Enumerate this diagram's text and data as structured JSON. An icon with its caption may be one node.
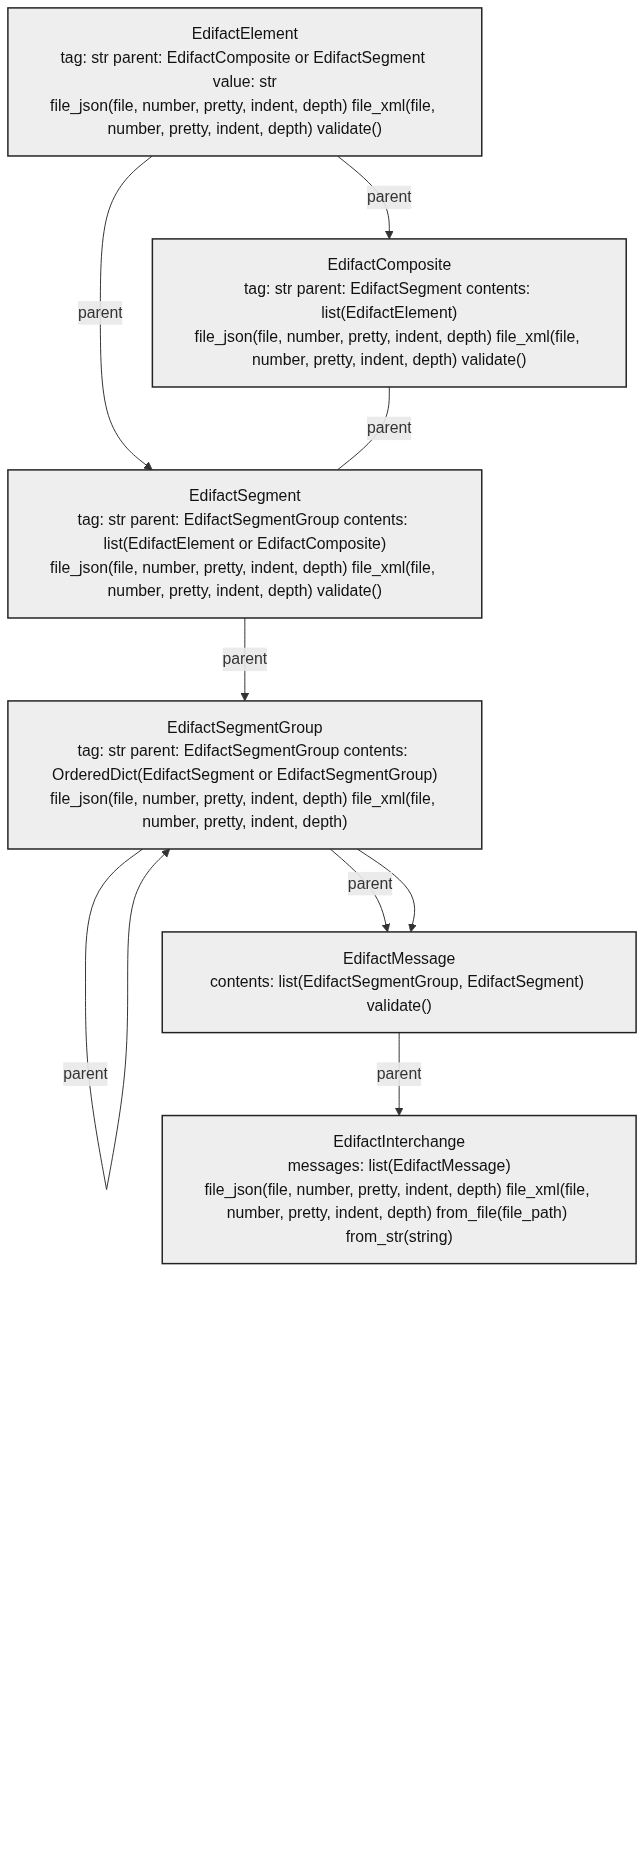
{
  "diagram": {
    "nodes": [
      {
        "text": [
          "EdifactElement",
          "tag: str parent: EdifactComposite or EdifactSegment value: str",
          "file_json(file, number, pretty, indent, depth) file_xml(file, number, pretty, indent, depth) validate()"
        ]
      },
      {
        "text": [
          "EdifactComposite",
          "tag: str parent: EdifactSegment contents: list(EdifactElement)",
          "file_json(file, number, pretty, indent, depth) file_xml(file, number, pretty, indent, depth) validate()"
        ]
      },
      {
        "text": [
          "EdifactSegment",
          "tag: str parent: EdifactSegmentGroup contents: list(EdifactElement or EdifactComposite)",
          "file_json(file, number, pretty, indent, depth) file_xml(file, number, pretty, indent, depth) validate()"
        ]
      },
      {
        "text": [
          "EdifactSegmentGroup",
          "tag: str parent: EdifactSegmentGroup contents: OrderedDict(EdifactSegment or EdifactSegmentGroup)",
          "file_json(file, number, pretty, indent, depth) file_xml(file, number, pretty, indent, depth)"
        ]
      },
      {
        "text": [
          "EdifactMessage",
          "contents: list(EdifactSegmentGroup, EdifactSegment) validate()"
        ]
      },
      {
        "text": [
          "EdifactInterchange",
          "messages: list(EdifactMessage)",
          "file_json(file, number, pretty, indent, depth) file_xml(file, number, pretty, indent, depth) from_file(file_path) from_str(string)"
        ]
      }
    ],
    "edges": [
      {
        "from": 0,
        "to": 1,
        "arrow": "to",
        "label": "parent"
      },
      {
        "from": 0,
        "to": 2,
        "arrow": "to",
        "label": "parent"
      },
      {
        "from": 1,
        "to": 2,
        "arrow": "other",
        "label": "parent"
      },
      {
        "from": 2,
        "to": 3,
        "arrow": "to",
        "label": "parent"
      },
      {
        "from": 3,
        "to": 3,
        "arrow": "to",
        "label": "parent"
      },
      {
        "from": 3,
        "to": 4,
        "arrow": "to",
        "label": "parent"
      },
      {
        "from": 3,
        "to": 4,
        "arrow": "to"
      },
      {
        "from": 4,
        "to": 5,
        "arrow": "to",
        "label": "parent"
      }
    ]
  }
}
